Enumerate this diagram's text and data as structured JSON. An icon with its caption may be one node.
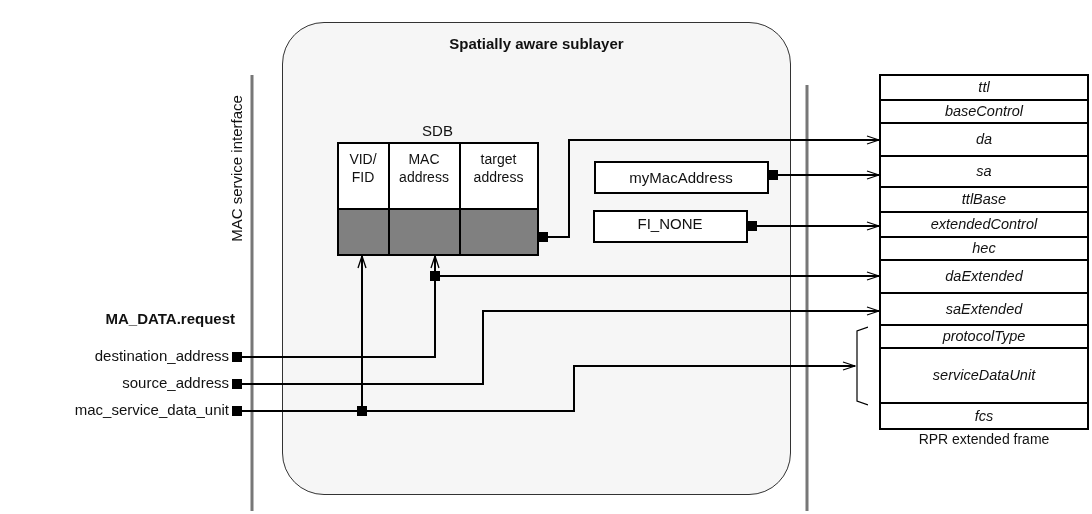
{
  "diagram": {
    "nodes": [
      {
        "text": [
          "Spatially aware sublayer"
        ]
      },
      {
        "text": [
          "SDB"
        ],
        "in": 0
      },
      {
        "text": [
          "VID/ FID"
        ],
        "in": 1
      },
      {
        "text": [
          "MAC address"
        ],
        "in": 1
      },
      {
        "text": [
          "target address"
        ],
        "in": 1
      },
      {
        "text": [],
        "shape": "box",
        "in": 1
      },
      {
        "text": [],
        "shape": "box",
        "in": 1
      },
      {
        "text": [],
        "shape": "box",
        "in": 1
      },
      {
        "text": [
          "myMacAddress"
        ],
        "in": 0
      },
      {
        "text": [
          "FI_NONE"
        ],
        "in": 0
      },
      {
        "text": [
          "destination_address"
        ]
      },
      {
        "text": [
          "source_address"
        ]
      },
      {
        "text": [
          "mac_service_data_unit"
        ]
      },
      {
        "text": [
          "ttl"
        ]
      },
      {
        "text": [
          "baseControl"
        ]
      },
      {
        "text": [
          "da"
        ]
      },
      {
        "text": [
          "sa"
        ]
      },
      {
        "text": [
          "ttlBase"
        ]
      },
      {
        "text": [
          "extendedControl"
        ]
      },
      {
        "text": [
          "hec"
        ]
      },
      {
        "text": [
          "daExtended"
        ]
      },
      {
        "text": [
          "saExtended"
        ]
      },
      {
        "text": [
          "protocolType"
        ]
      },
      {
        "text": [
          "serviceDataUnit"
        ]
      },
      {
        "text": [
          "fcs"
        ]
      },
      {
        "text": [],
        "shape": "bracket"
      }
    ],
    "edges": [
      {
        "from": 7,
        "to": 15,
        "arrow": "to"
      },
      {
        "from": 8,
        "to": 16,
        "arrow": "to"
      },
      {
        "from": 9,
        "to": 18,
        "arrow": "to"
      },
      {
        "from": 10,
        "to": 6,
        "arrow": "to"
      },
      {
        "from": 10,
        "to": 20,
        "arrow": "to"
      },
      {
        "from": 11,
        "to": 21,
        "arrow": "to"
      },
      {
        "from": 12,
        "to": 5,
        "arrow": "to"
      },
      {
        "from": 12,
        "to": 25,
        "arrow": "to"
      }
    ],
    "labels": [
      "MAC service interface",
      "MA_DATA.request",
      "RPR extended frame"
    ]
  }
}
